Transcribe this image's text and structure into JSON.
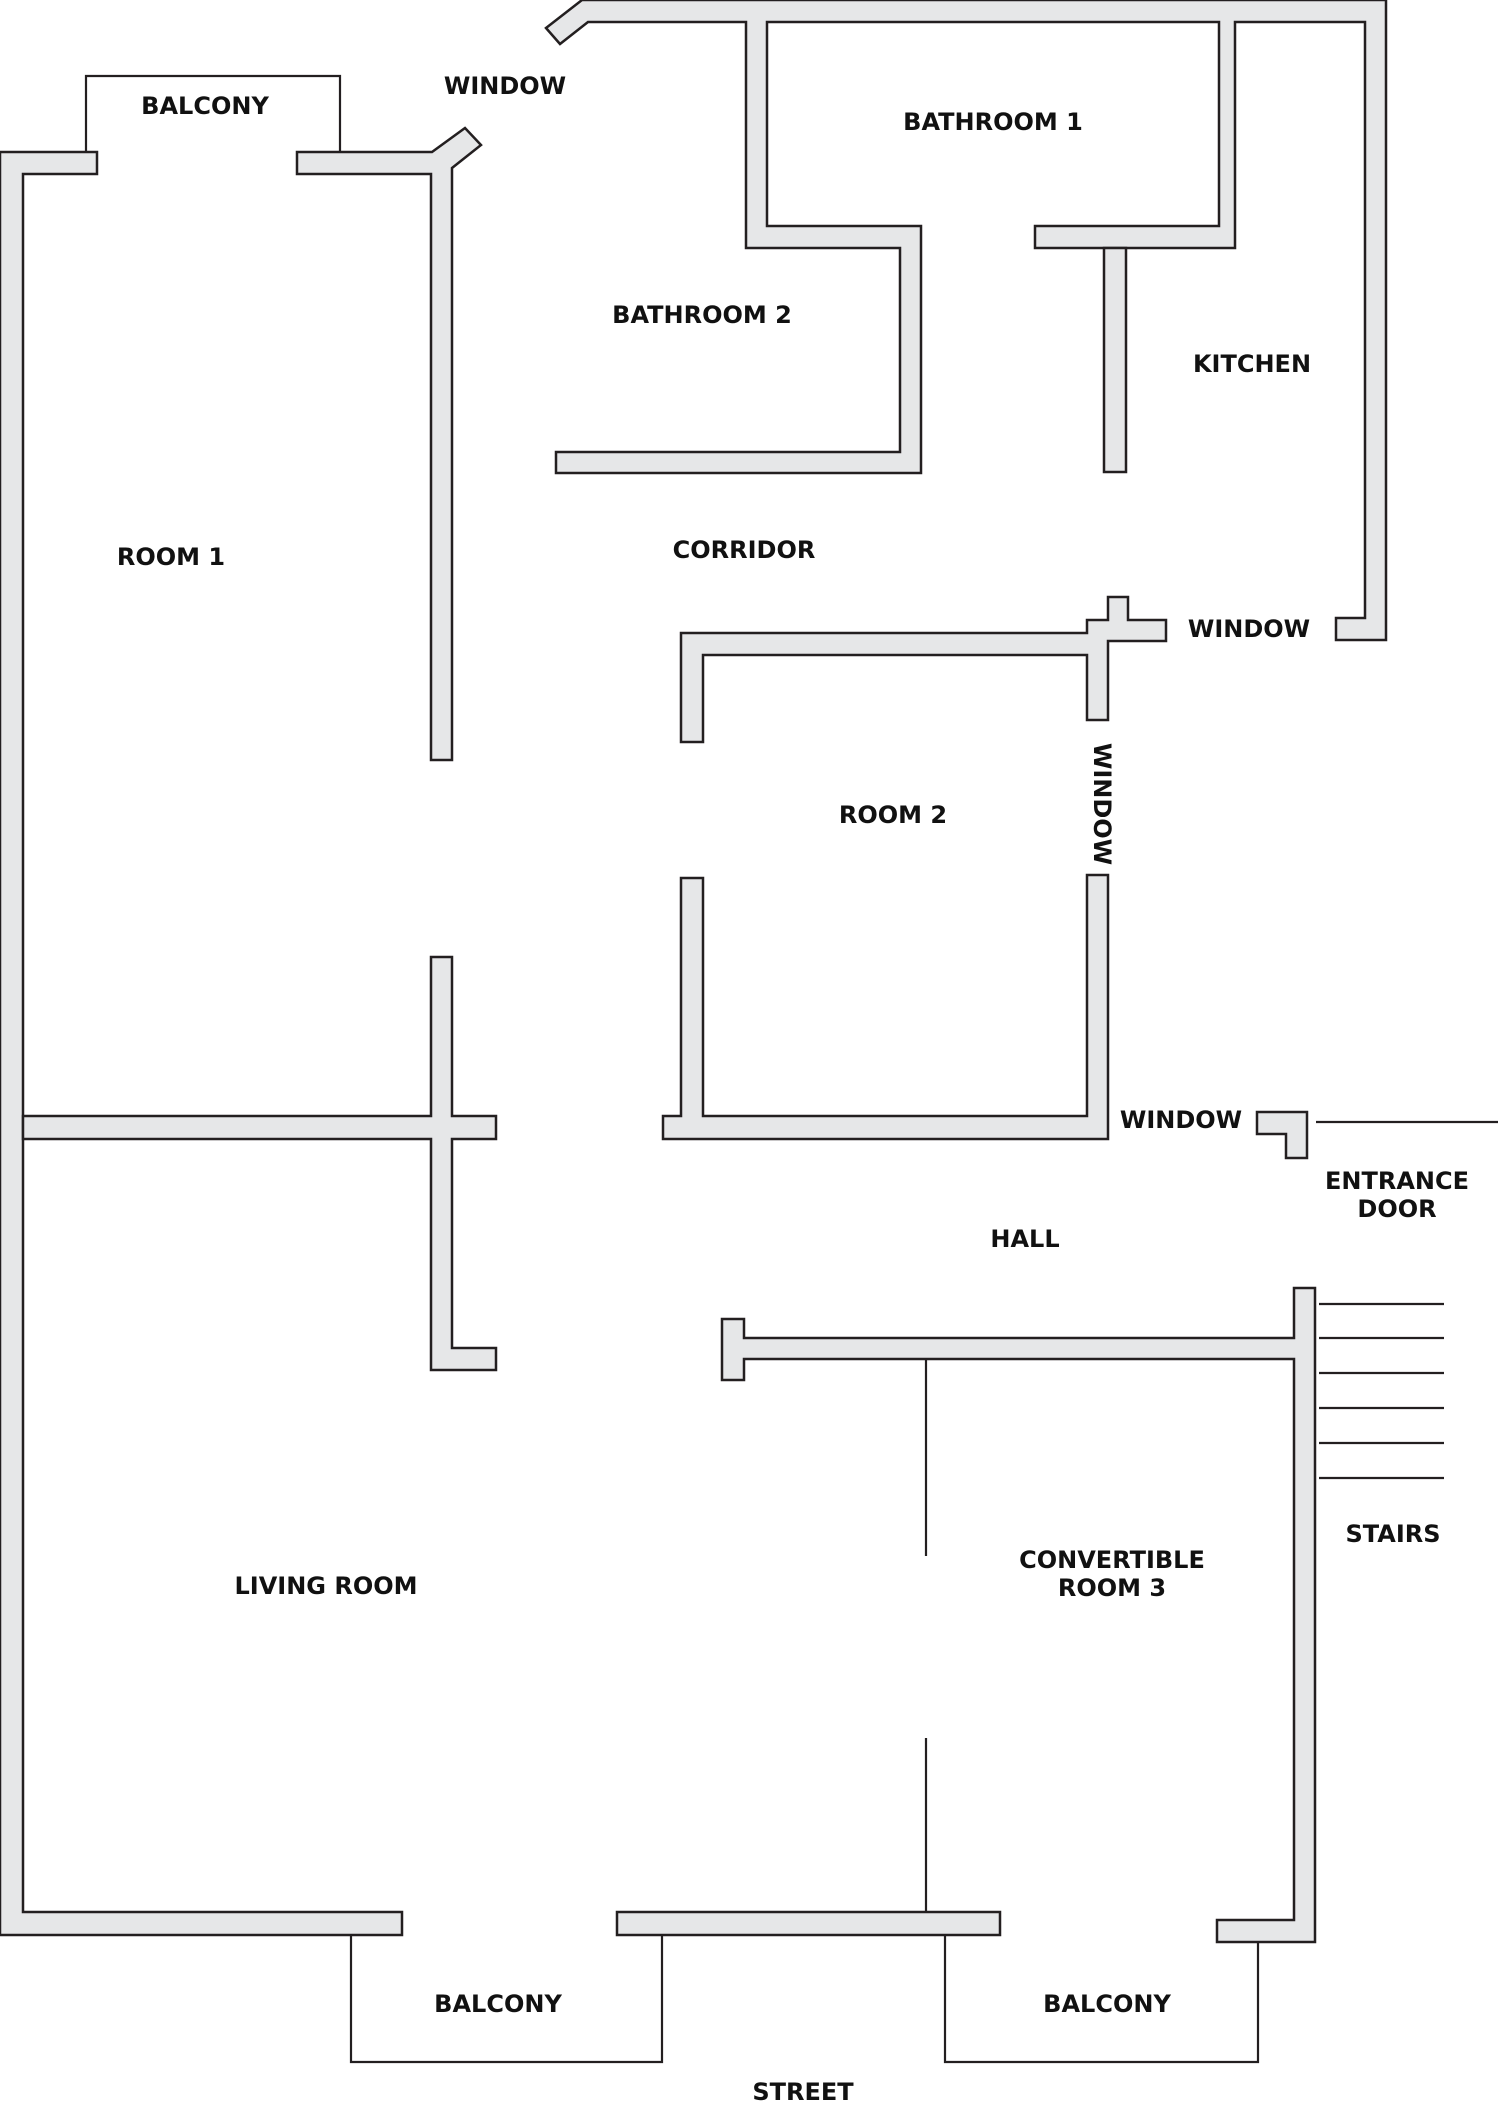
{
  "labels": {
    "balcony_top": "BALCONY",
    "window_top": "WINDOW",
    "bathroom_1": "BATHROOM 1",
    "bathroom_2": "BATHROOM 2",
    "kitchen": "KITCHEN",
    "room_1": "ROOM 1",
    "corridor": "CORRIDOR",
    "window_right": "WINDOW",
    "room_2": "ROOM 2",
    "window_vertical": "WINDOW",
    "window_hall": "WINDOW",
    "entrance_door": "ENTRANCE\nDOOR",
    "hall": "HALL",
    "living_room": "LIVING ROOM",
    "convertible_room_3": "CONVERTIBLE\nROOM 3",
    "stairs": "STAIRS",
    "balcony_left": "BALCONY",
    "balcony_right": "BALCONY",
    "street": "STREET"
  }
}
